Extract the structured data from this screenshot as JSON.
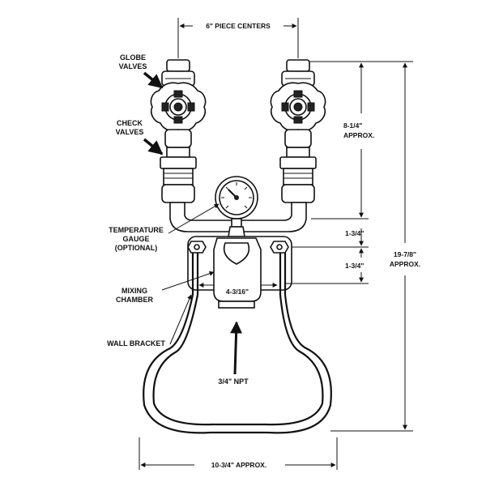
{
  "diagram": {
    "labels": {
      "globe_valves_1": "GLOBE",
      "globe_valves_2": "VALVES",
      "check_valves_1": "CHECK",
      "check_valves_2": "VALVES",
      "temp_gauge_1": "TEMPERATURE",
      "temp_gauge_2": "GAUGE",
      "temp_gauge_3": "(OPTIONAL)",
      "mixing_chamber_1": "MIXING",
      "mixing_chamber_2": "CHAMBER",
      "wall_bracket": "WALL BRACKET",
      "npt": "3/4\" NPT"
    },
    "dimensions": {
      "piece_centers": "6\" PIECE CENTERS",
      "height_upper_1": "8-1/4\"",
      "height_upper_2": "APPROX.",
      "gap_1": "1-3/4\"",
      "gap_2": "1-3/4\"",
      "total_height_1": "19-7/8\"",
      "total_height_2": "APPROX.",
      "chamber_width": "4-3/16\"",
      "total_width": "10-3/4\" APPROX."
    }
  }
}
